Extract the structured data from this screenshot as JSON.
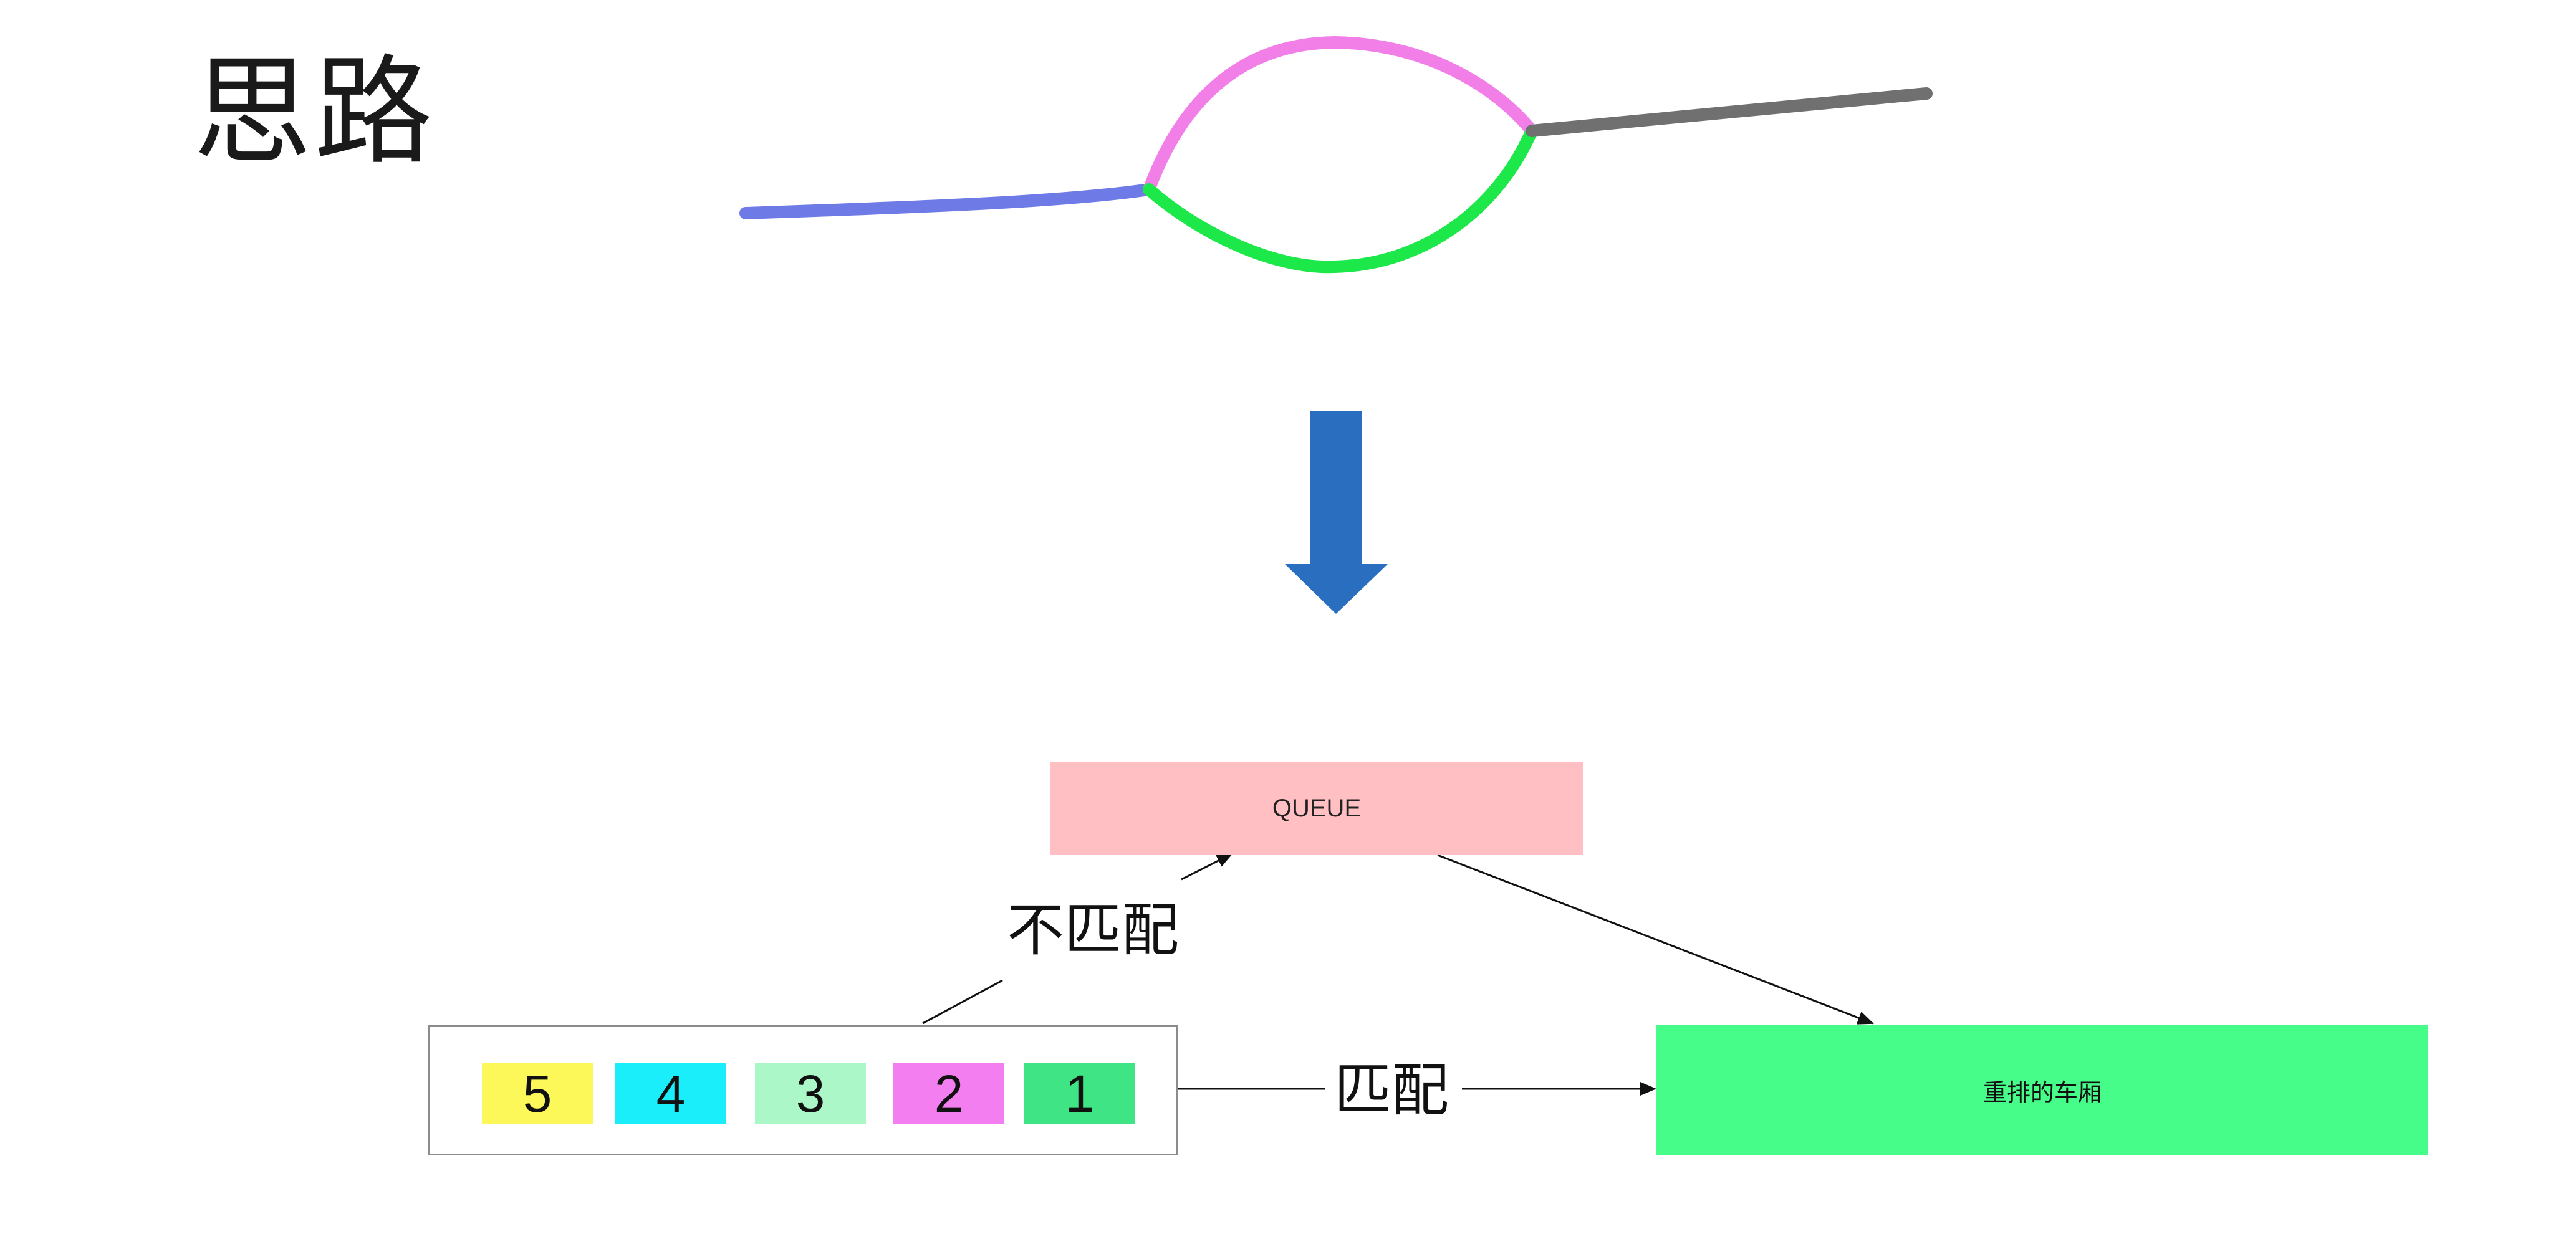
{
  "heading": "思路",
  "top_diagram": {
    "segments": [
      {
        "name": "incoming-track",
        "color": "#6e7ae6"
      },
      {
        "name": "branch-upper",
        "color": "#f27ee8"
      },
      {
        "name": "branch-lower",
        "color": "#1ce84a"
      },
      {
        "name": "outgoing-track",
        "color": "#707070"
      }
    ],
    "arrow_color": "#2a6fbf"
  },
  "queue": {
    "label": "QUEUE",
    "color": "#ffbfc3"
  },
  "train": {
    "cars": [
      {
        "label": "5",
        "color": "#fcf85a"
      },
      {
        "label": "4",
        "color": "#19eefa"
      },
      {
        "label": "3",
        "color": "#acf7c8"
      },
      {
        "label": "2",
        "color": "#f27ef0"
      },
      {
        "label": "1",
        "color": "#3fe585"
      }
    ]
  },
  "result": {
    "label": "重排的车厢",
    "color": "#47fd89"
  },
  "edges": {
    "mismatch_label": "不匹配",
    "match_label": "匹配"
  }
}
